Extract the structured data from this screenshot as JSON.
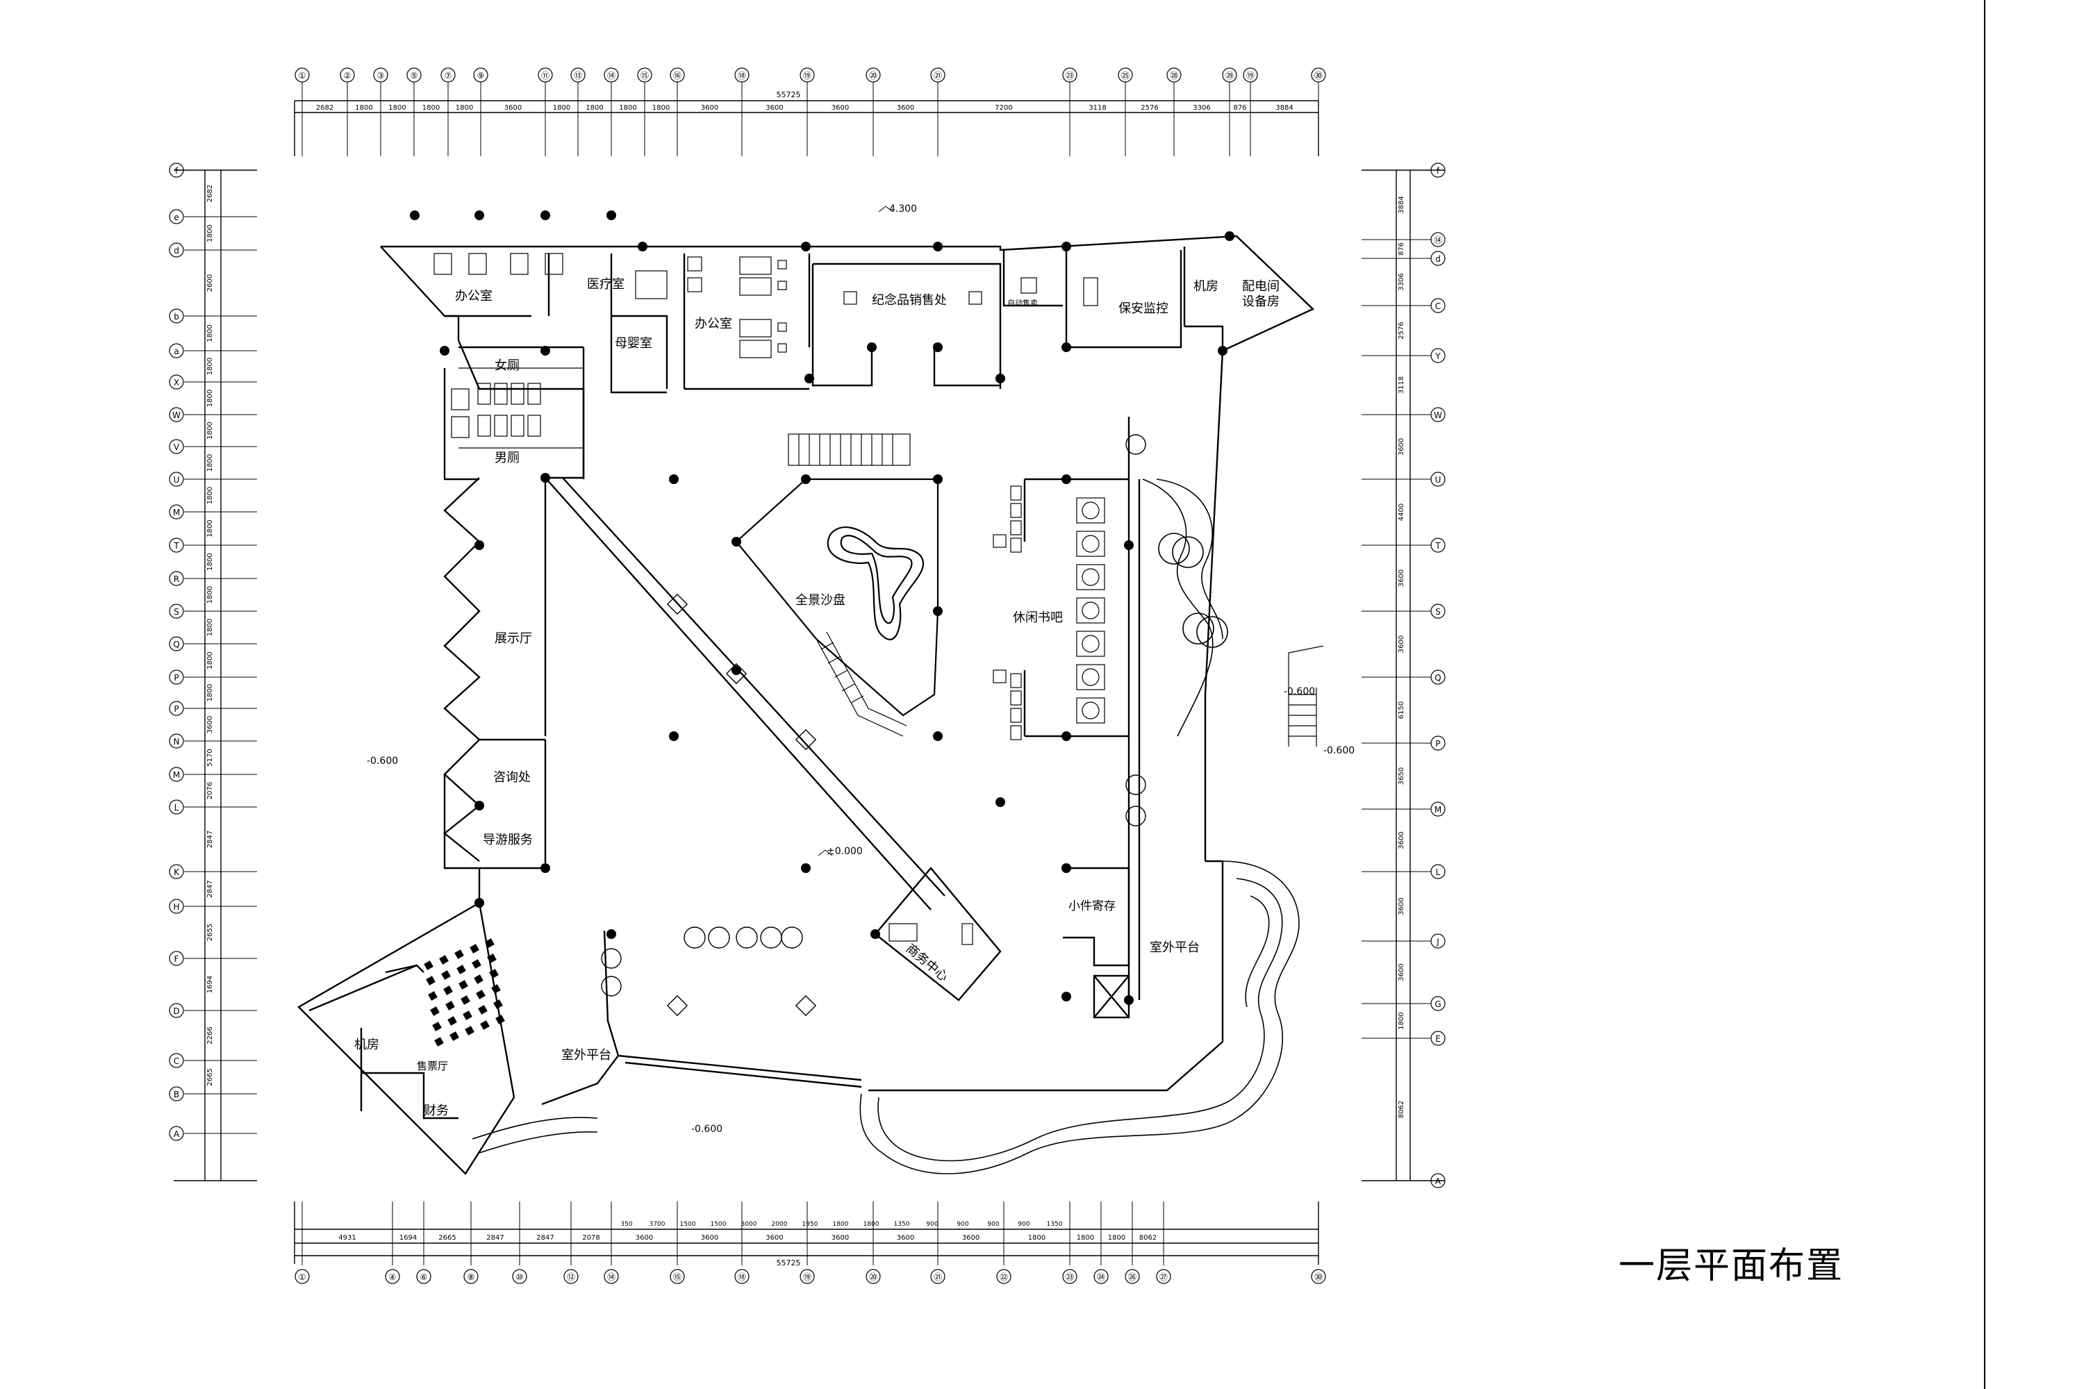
{
  "drawing": {
    "title": "一层平面布置",
    "overall_dimension": "55725"
  },
  "grid_axes": {
    "top": [
      "①",
      "②",
      "③",
      "⑤",
      "⑦",
      "⑨",
      "⑪",
      "⑬",
      "⑭",
      "⑮",
      "⑯",
      "⑱",
      "⑲",
      "⑳",
      "㉑",
      "㉓",
      "㉕",
      "㉘",
      "㉙",
      "⑲",
      "㉚"
    ],
    "bottom": [
      "①",
      "④",
      "⑥",
      "⑧",
      "⑩",
      "⑫",
      "⑭",
      "⑮",
      "⑱",
      "⑲",
      "⑳",
      "㉑",
      "㉒",
      "㉓",
      "㉔",
      "㉖",
      "㉗",
      "㉚"
    ],
    "left": [
      "f",
      "e",
      "d",
      "b",
      "a",
      "X",
      "W",
      "V",
      "U",
      "M",
      "T",
      "R",
      "S",
      "Q",
      "P",
      "P",
      "N",
      "M",
      "L",
      "K",
      "H",
      "F",
      "D",
      "C",
      "B",
      "A"
    ],
    "right": [
      "f",
      "⑭",
      "d",
      "C",
      "Y",
      "W",
      "U",
      "T",
      "S",
      "Q",
      "P",
      "M",
      "L",
      "J",
      "G",
      "E",
      "A"
    ]
  },
  "dimensions": {
    "top": [
      "2682",
      "1800",
      "1800",
      "1800",
      "1800",
      "3600",
      "1800",
      "1800",
      "1800",
      "1800",
      "3600",
      "3600",
      "3600",
      "3600",
      "7200",
      "3118",
      "2576",
      "3306",
      "876",
      "3884"
    ],
    "bottom_row1": [
      "4931",
      "1694",
      "2665",
      "2847",
      "2847",
      "2078",
      "3600",
      "3600",
      "3600",
      "3600",
      "3600",
      "3600",
      "1800",
      "1800",
      "1800",
      "8062"
    ],
    "bottom_row2": [
      "350",
      "3700",
      "1500",
      "1500",
      "3000",
      "2000",
      "1950",
      "1800",
      "1800",
      "1350",
      "900",
      "900",
      "900",
      "900",
      "1350"
    ],
    "left": [
      "2682",
      "1800",
      "2600",
      "1800",
      "1800",
      "1800",
      "1800",
      "1800",
      "1800",
      "1800",
      "1800",
      "1800",
      "1800",
      "1800",
      "1800",
      "3600",
      "5170",
      "2076",
      "2847",
      "2847",
      "2655",
      "1694",
      "2266",
      "2665"
    ],
    "right": [
      "3884",
      "876",
      "3306",
      "2576",
      "3118",
      "3600",
      "4400",
      "3600",
      "3600",
      "6150",
      "3650",
      "3600",
      "3600",
      "3600",
      "1800",
      "8062"
    ]
  },
  "rooms": {
    "office_1": "办公室",
    "office_2": "办公室",
    "medical": "医疗室",
    "nursing": "母婴室",
    "souvenir": "纪念品销售处",
    "vending": "自动售卖",
    "security": "保安监控",
    "machine_room_top": "机房",
    "distribution": "配电间",
    "equipment": "设备房",
    "women_wc": "女厕",
    "men_wc": "男厕",
    "exhibition": "展示厅",
    "sand_table": "全景沙盘",
    "book_bar": "休闲书吧",
    "consult": "咨询处",
    "guide": "导游服务",
    "business": "商务中心",
    "storage": "小件寄存",
    "terrace_right": "室外平台",
    "terrace_left": "室外平台",
    "machine_room_bottom": "机房",
    "finance": "财务",
    "ticket": "售票厅"
  },
  "elevations": {
    "roof": "4.300",
    "floor": "±0.000",
    "outside_left": "-0.600",
    "outside_right": "-0.600",
    "outside_right2": "-0.600",
    "outside_bottom": "-0.600"
  }
}
